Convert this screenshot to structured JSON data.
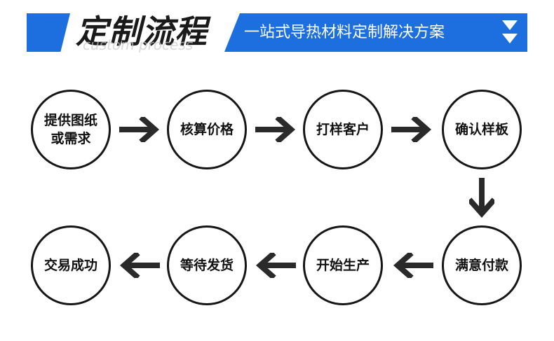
{
  "header": {
    "title": "定制流程",
    "watermark": "custom process",
    "subtitle": "一站式导热材料定制解决方案",
    "accent_color": "#1d6fe0",
    "icon": "double-chevron-down-icon"
  },
  "steps": [
    {
      "label": "提供图纸\n或需求"
    },
    {
      "label": "核算价格"
    },
    {
      "label": "打样客户"
    },
    {
      "label": "确认样板"
    },
    {
      "label": "满意付款"
    },
    {
      "label": "开始生产"
    },
    {
      "label": "等待发货"
    },
    {
      "label": "交易成功"
    }
  ],
  "arrow_icon": "chevron-arrow-icon"
}
